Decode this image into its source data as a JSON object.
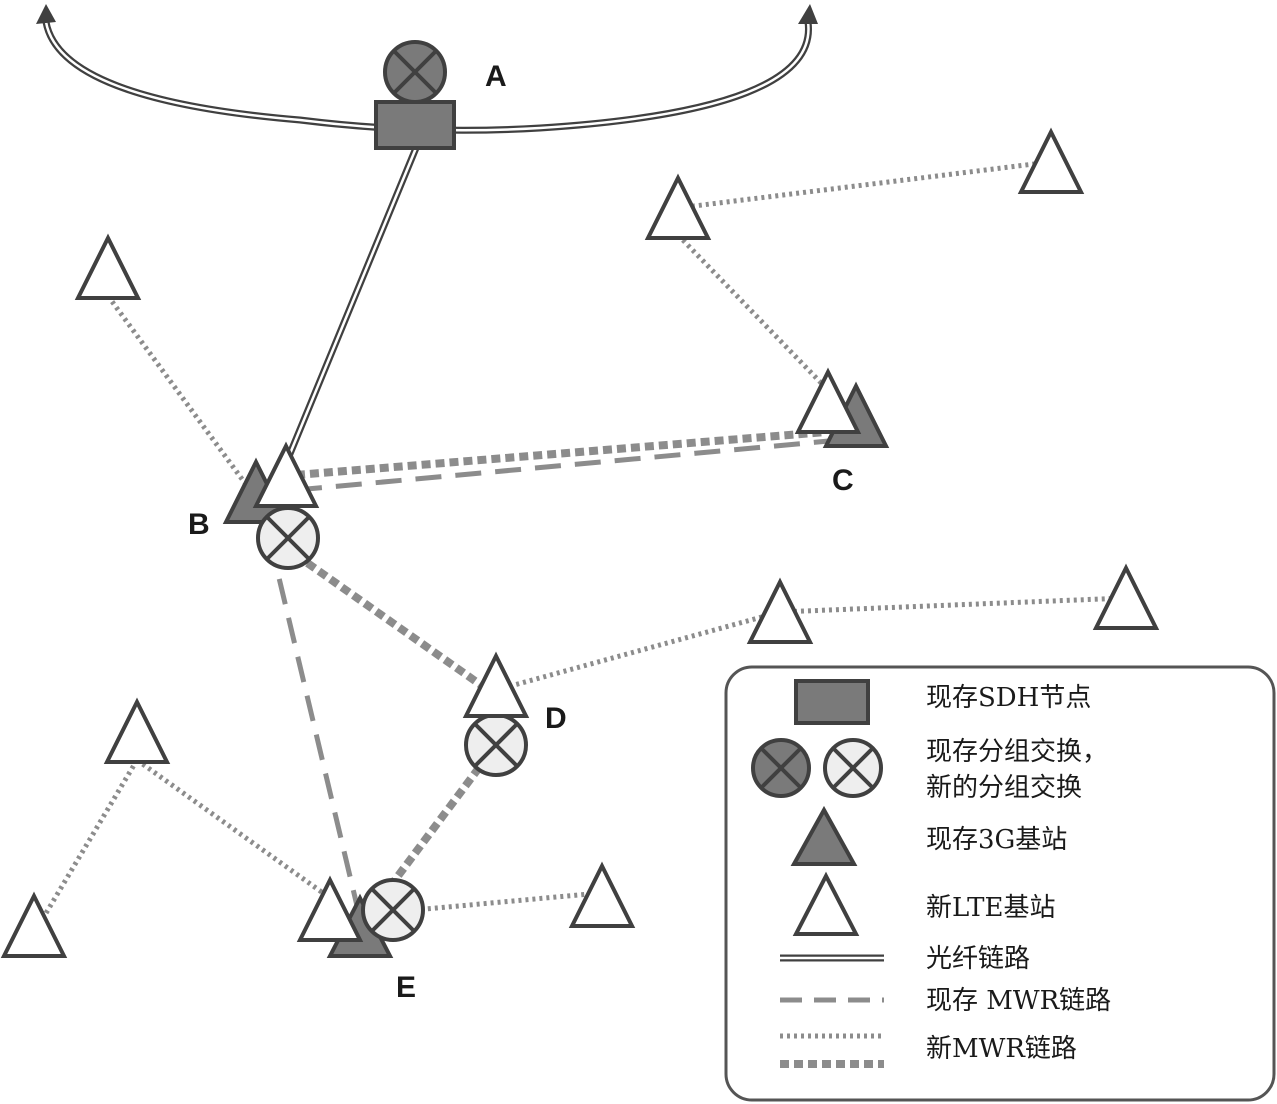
{
  "node_labels": {
    "a": "A",
    "b": "B",
    "c": "C",
    "d": "D",
    "e": "E"
  },
  "legend": {
    "sdh_node": "现存SDH节点",
    "switch_line1": "现存分组交换，",
    "switch_line2": "新的分组交换",
    "existing_3g": "现存3G基站",
    "new_lte": "新LTE基站",
    "fiber_link": "光纤链路",
    "existing_mwr": "现存 MWR链路",
    "new_mwr": "新MWR链路"
  },
  "colors": {
    "stroke": "#404040",
    "existing_fill": "#7a7a7a",
    "new_switch_fill": "#eeeeee",
    "mwr_link": "#8c8c8c",
    "legend_border": "#555555"
  }
}
